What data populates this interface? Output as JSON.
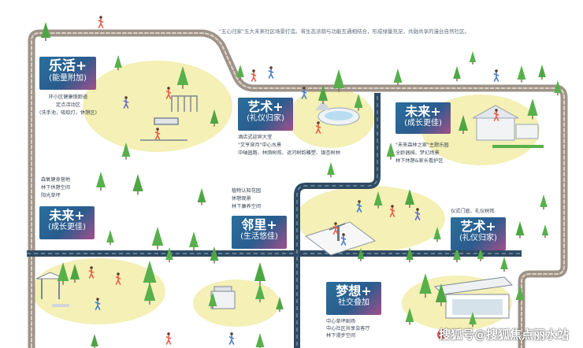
{
  "intro": "\"五心归家\"五大未来社区场景打造。将生态浓荫与功能互通相结合，形成绿量充足，共融共享的漫台自然社区。",
  "zones": [
    {
      "id": "leisure",
      "title": "乐活+",
      "subtitle": "(能量附加)",
      "notes": [
        "环小区健康慢跑道",
        "定点活动区",
        "(洗手池，吸蚊灯，休憩区)"
      ]
    },
    {
      "id": "art-top",
      "title": "艺术+",
      "subtitle": "(礼仪归家)",
      "notes": [
        "酒店式迎宾大堂",
        "\"文亨穿月\"中心水景",
        "中轴园路、林荫树阵、运河树韵雕塑、银杏树林"
      ]
    },
    {
      "id": "future-top",
      "title": "未来+",
      "subtitle": "(成长更佳)",
      "notes": [
        "\"未来森林之家\"主题乐园",
        "全龄器械、梦幻场景",
        "林下休憩&家长看护区"
      ]
    },
    {
      "id": "future-left",
      "title": "未来+",
      "subtitle": "(成长更佳)",
      "notes": [
        "森氧健身营地",
        "林下休憩空间",
        "阳光草坪"
      ]
    },
    {
      "id": "neighbor",
      "title": "邻里+",
      "subtitle": "(生活悠佳)",
      "notes": [
        "植物认知花园",
        "休憩观景",
        "林下康养空间"
      ]
    },
    {
      "id": "art-right",
      "title": "艺术+",
      "subtitle": "(礼仪归家)",
      "notes": [
        "仪式门庭、礼仪树阵"
      ]
    },
    {
      "id": "dream",
      "title": "梦想+",
      "subtitle": "社交叠加",
      "notes": [
        "中心草坪剧场",
        "中心社区共享会客厅",
        "林下漫步空间"
      ]
    }
  ],
  "watermark": "搜狐号@搜狐焦点丽水站",
  "colors": {
    "jogging_path": "#9e9388",
    "road": "#2f4a62",
    "lawn": "#f4f0b6",
    "tree": "#57b04c",
    "badge_start": "#2a6f9c",
    "badge_end": "#a34f8a"
  }
}
